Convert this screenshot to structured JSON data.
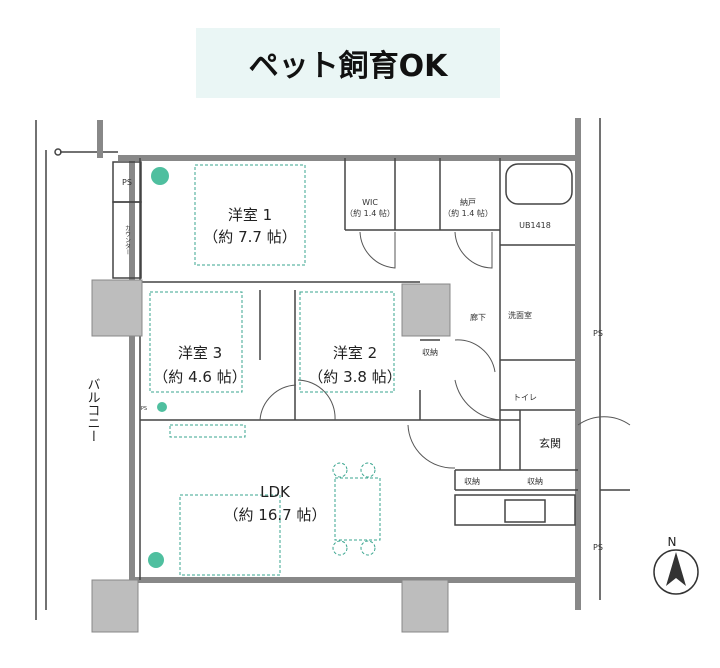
{
  "header": {
    "title": "ペット飼育OK",
    "background": "#eaf6f5"
  },
  "rooms": {
    "western1": {
      "name": "洋室 1",
      "size": "（約 7.7 帖）"
    },
    "western2": {
      "name": "洋室 2",
      "size": "（約 3.8 帖）"
    },
    "western3": {
      "name": "洋室 3",
      "size": "（約 4.6 帖）"
    },
    "ldk": {
      "name": "LDK",
      "size": "（約 16.7 帖）"
    },
    "wic": {
      "name": "WIC",
      "size": "（約 1.4 帖）"
    },
    "storage_room": {
      "name": "納戸",
      "size": "（約 1.4 帖）"
    },
    "bath": "UB1418",
    "hallway": "廊下",
    "washroom": "洗面室",
    "toilet": "トイレ",
    "entrance": "玄関",
    "closet1": "収納",
    "closet2": "収納",
    "closet3": "収納",
    "balcony": "バルコニー",
    "counter": "カウンター",
    "ps1": "PS",
    "ps2": "PS",
    "ps3": "PS",
    "ps_small": "PS"
  },
  "compass": {
    "label": "N"
  }
}
